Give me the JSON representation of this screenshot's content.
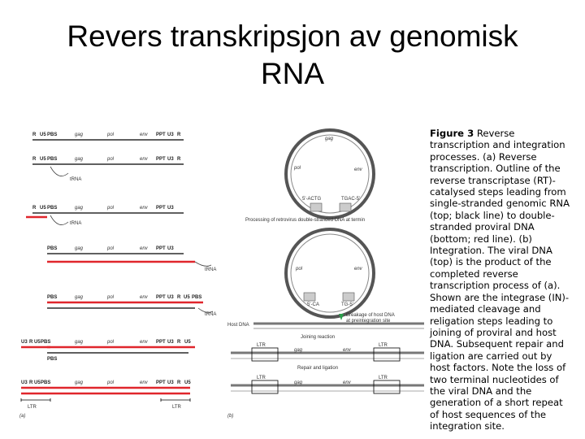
{
  "slide": {
    "title_line1": "Revers transkripsjon av genomisk",
    "title_line2": "RNA"
  },
  "caption": {
    "label": "Figure 3",
    "text": " Reverse transcription and integration processes. (a) Reverse transcription. Outline of the reverse transcriptase (RT)-catalysed steps leading from single-stranded genomic RNA (top; black line) to double-stranded proviral DNA (bottom; red line). (b) Integration. The viral DNA (top) is the product of the completed reverse transcription process of (a). Shown are the integrase (IN)-mediated cleavage and religation steps leading to joining of proviral and host DNA. Subsequent repair and ligation are carried out by host factors. Note the loss of two terminal nucleotides of the viral DNA and the generation of a short repeat of host sequences of the integration site."
  },
  "figure": {
    "panel_a": "(a)",
    "panel_b": "(b)",
    "genome": {
      "r": "R",
      "u5": "U5",
      "pbs": "PBS",
      "gag": "gag",
      "pol": "pol",
      "env": "env",
      "ppt": "PPT",
      "u3": "U3",
      "r_end": "R"
    },
    "trna": "tRNA",
    "ltr": "LTR",
    "processing_label": "Processing of retrovirus double-stranded DNA at termin",
    "host_dna": "Host DNA",
    "breakage_label_1": "Breakage of host DNA",
    "breakage_label_2": "at preintegration site",
    "joining_label": "Joining reaction",
    "repair_label": "Repair and ligation",
    "circle_gag": "gag",
    "circle_pol": "pol",
    "circle_env": "env",
    "end_seq_1": "5'-ACTG",
    "end_seq_2": "TGAC-5'",
    "end_seq_3": "5'-CA",
    "end_seq_4": "TG-5'"
  },
  "colors": {
    "red_strand": "#e0262c",
    "black_strand": "#000000",
    "circle": "#555555"
  }
}
